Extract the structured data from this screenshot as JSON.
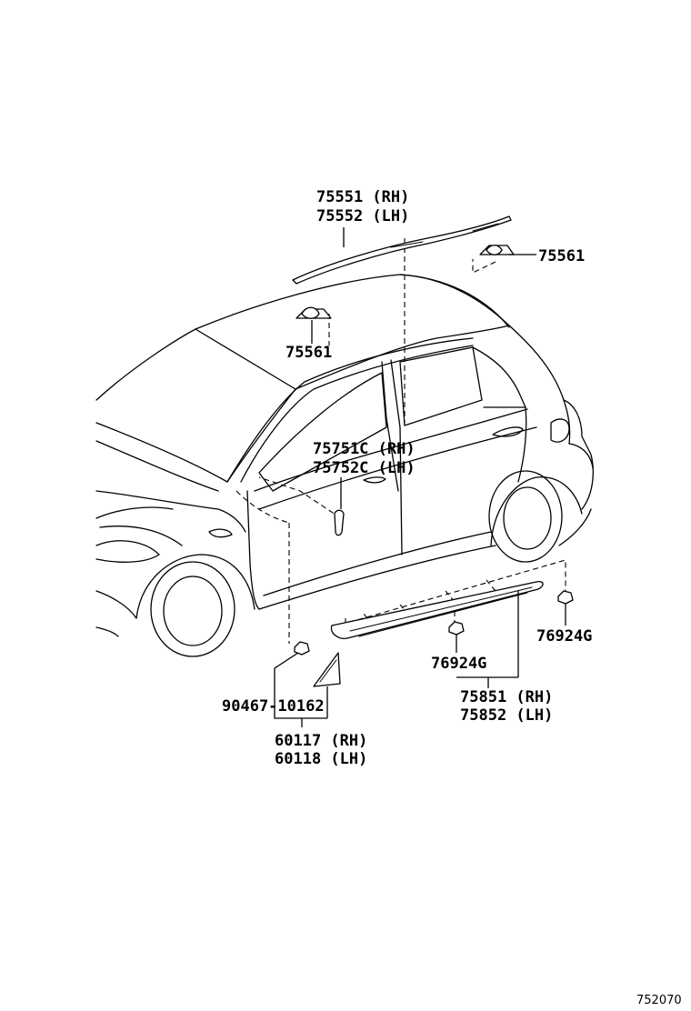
{
  "labels": {
    "roof_molding_rh": "75551 (RH)",
    "roof_molding_lh": "75552 (LH)",
    "clip_rear": "75561",
    "clip_front": "75561",
    "emblem_rh": "75751C (RH)",
    "emblem_lh": "75752C (LH)",
    "nut_rear": "76924G",
    "nut_front": "76924G",
    "rocker_rh": "75851 (RH)",
    "rocker_lh": "75852 (LH)",
    "screw": "90467-10162",
    "mud_guard_rh": "60117 (RH)",
    "mud_guard_lh": "60118 (LH)",
    "illustration_number": "752070"
  }
}
